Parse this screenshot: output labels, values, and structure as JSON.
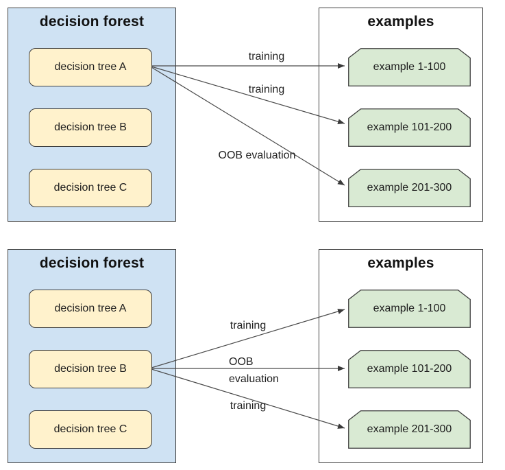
{
  "colors": {
    "forest_fill": "#cfe2f3",
    "tree_fill": "#fff2cc",
    "example_fill": "#d9ead3",
    "outline": "#3d3d3d",
    "arrow": "#4a4a4a",
    "text": "#1d1d1d",
    "background": "#ffffff"
  },
  "diagrams": [
    {
      "forest": {
        "title": "decision forest",
        "trees": [
          {
            "label": "decision tree A"
          },
          {
            "label": "decision tree B"
          },
          {
            "label": "decision tree C"
          }
        ]
      },
      "examples": {
        "title": "examples",
        "items": [
          {
            "label": "example 1-100"
          },
          {
            "label": "example 101-200"
          },
          {
            "label": "example 201-300"
          }
        ]
      },
      "arrows": [
        {
          "label": "training",
          "from": "decision tree A",
          "to": "example 1-100"
        },
        {
          "label": "training",
          "from": "decision tree A",
          "to": "example 101-200"
        },
        {
          "label": "OOB evaluation",
          "from": "decision tree A",
          "to": "example 201-300"
        }
      ]
    },
    {
      "forest": {
        "title": "decision forest",
        "trees": [
          {
            "label": "decision tree A"
          },
          {
            "label": "decision tree B"
          },
          {
            "label": "decision tree C"
          }
        ]
      },
      "examples": {
        "title": "examples",
        "items": [
          {
            "label": "example 1-100"
          },
          {
            "label": "example 101-200"
          },
          {
            "label": "example 201-300"
          }
        ]
      },
      "arrows": [
        {
          "label": "training",
          "from": "decision tree B",
          "to": "example 1-100"
        },
        {
          "label": "OOB evaluation",
          "from": "decision tree B",
          "to": "example 101-200"
        },
        {
          "label": "training",
          "from": "decision tree B",
          "to": "example 201-300"
        }
      ]
    }
  ]
}
